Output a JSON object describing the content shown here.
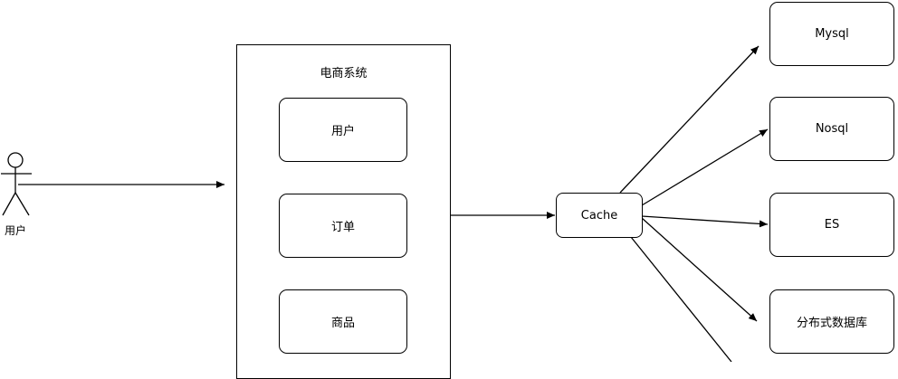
{
  "actor": {
    "label": "用户",
    "icon": "stick-figure-icon"
  },
  "system": {
    "title": "电商系统",
    "modules": [
      "用户",
      "订单",
      "商品"
    ]
  },
  "cache": {
    "label": "Cache"
  },
  "storage": [
    "Mysql",
    "Nosql",
    "ES",
    "分布式数据库"
  ],
  "colors": {
    "stroke": "#000000",
    "background": "#ffffff"
  }
}
